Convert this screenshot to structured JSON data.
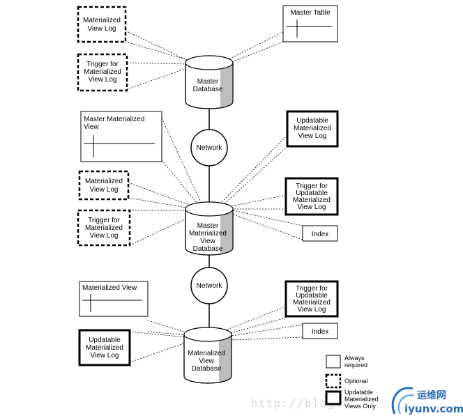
{
  "master_db": {
    "mv_log": [
      "Materialized",
      "View Log"
    ],
    "trigger": [
      "Trigger for",
      "Materialized",
      "View Log"
    ],
    "master_table": "Master Table",
    "database": [
      "Master",
      "Database"
    ]
  },
  "network1": "Network",
  "mid_db": {
    "master_mv": [
      "Master Materialized",
      "View"
    ],
    "mv_log": [
      "Materialized",
      "View Log"
    ],
    "trigger": [
      "Trigger for",
      "Materialized",
      "View Log"
    ],
    "updatable_mv": [
      "Updatable",
      "Materialized",
      "View Log"
    ],
    "trigger_updatable": [
      "Trigger for",
      "Updatable",
      "Materialized",
      "View Log"
    ],
    "index": "Index",
    "database": [
      "Master",
      "Materialized",
      "View",
      "Database"
    ]
  },
  "network2": "Network",
  "bottom_db": {
    "mv": "Materialized View",
    "updatable_mv": [
      "Updatable",
      "Materialized",
      "View Log"
    ],
    "trigger_updatable": [
      "Trigger for",
      "Updatable",
      "Materialized",
      "View Log"
    ],
    "index": "Index",
    "database": [
      "Materialized",
      "View",
      "Database"
    ]
  },
  "legend": {
    "always": [
      "Always",
      "required"
    ],
    "optional": "Optional",
    "updatable_only": [
      "Updatable",
      "Materialized",
      "Views Only"
    ]
  },
  "watermark": "http://blog.",
  "logo": {
    "cn": "运维网",
    "en": "iyunv.com"
  }
}
